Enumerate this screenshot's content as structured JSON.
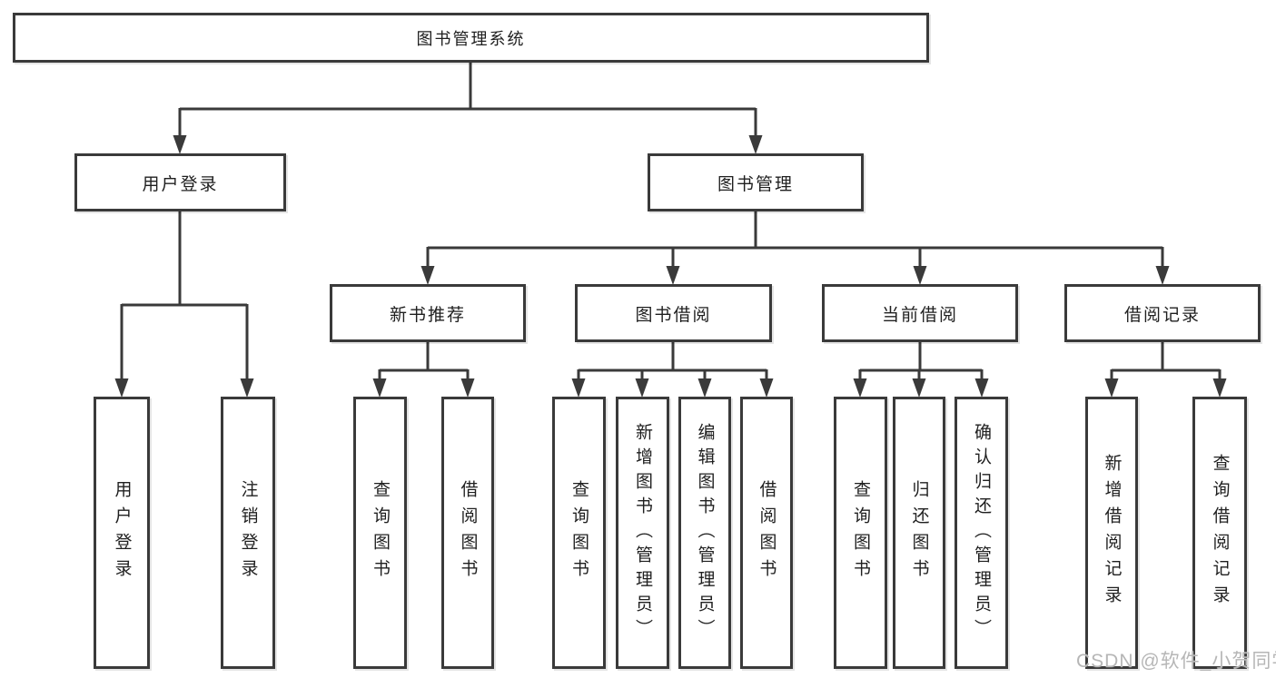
{
  "diagram": {
    "colors": {
      "line": "#3a3a3a",
      "box_border": "#3a3a3a",
      "box_fill": "#ffffff",
      "text": "#1f1f1f",
      "watermark": "#b6b6b6",
      "background": "#ffffff"
    },
    "root": {
      "label": "图书管理系统"
    },
    "level2": [
      {
        "label": "用户登录"
      },
      {
        "label": "图书管理"
      }
    ],
    "level3": [
      {
        "label": "新书推荐"
      },
      {
        "label": "图书借阅"
      },
      {
        "label": "当前借阅"
      },
      {
        "label": "借阅记录"
      }
    ],
    "leaves": {
      "user_login": [
        {
          "label": "用户登录"
        },
        {
          "label": "注销登录"
        }
      ],
      "new_book": [
        {
          "label": "查询图书"
        },
        {
          "label": "借阅图书"
        }
      ],
      "book_borrow": [
        {
          "label": "查询图书"
        },
        {
          "label": "新增图书（管理员）"
        },
        {
          "label": "编辑图书（管理员）"
        },
        {
          "label": "借阅图书"
        }
      ],
      "current_borrow": [
        {
          "label": "查询图书"
        },
        {
          "label": "归还图书"
        },
        {
          "label": "确认归还（管理员）"
        }
      ],
      "borrow_records": [
        {
          "label": "新增借阅记录"
        },
        {
          "label": "查询借阅记录"
        }
      ]
    },
    "watermark": "CSDN @软件_小贺同学"
  }
}
